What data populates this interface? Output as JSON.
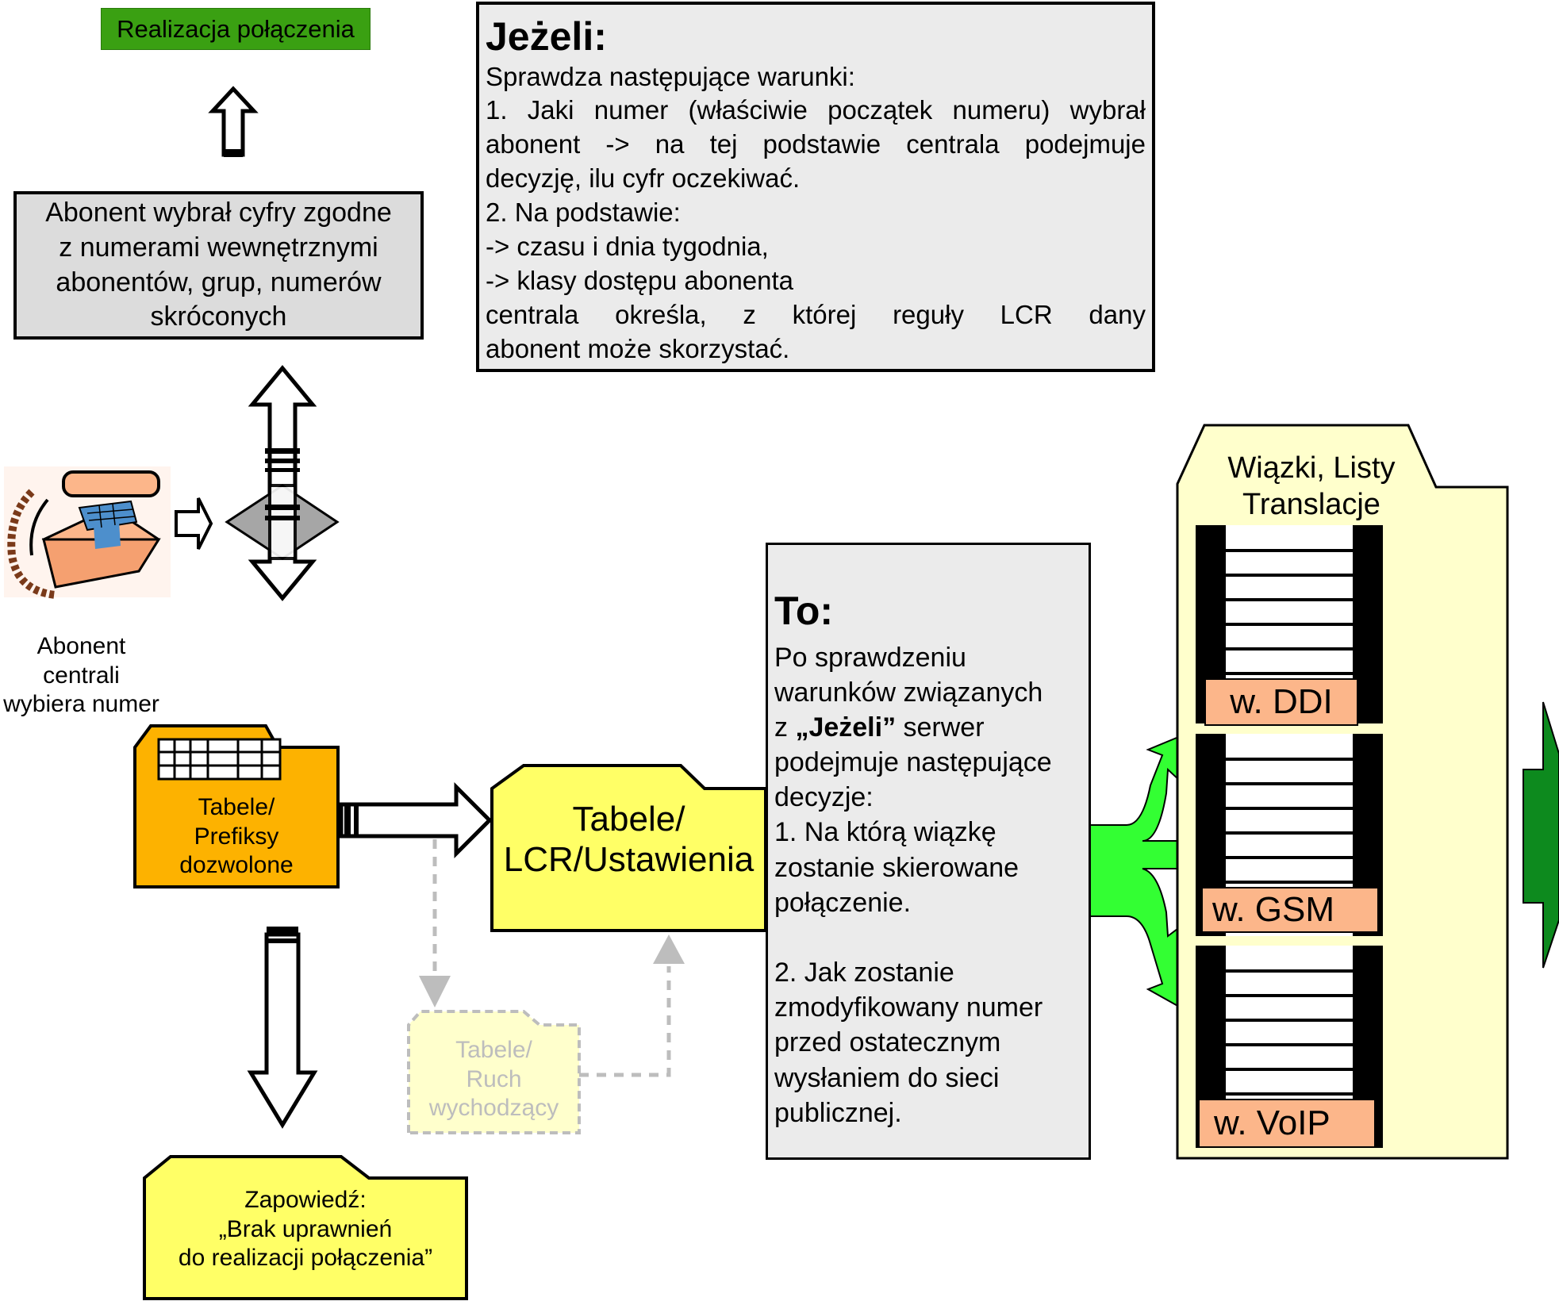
{
  "realizacja": "Realizacja połączenia",
  "abonent_box": {
    "lines": [
      "Abonent wybrał cyfry zgodne",
      "z numerami wewnętrznymi",
      "abonentów, grup, numerów",
      "skróconych"
    ]
  },
  "jezeli": {
    "title": "Jeżeli:",
    "intro": "Sprawdza następujące warunki:",
    "item1_line1": "1. Jaki numer (właściwie początek numeru) wybrał",
    "item1_line2": "abonent -> na tej podstawie centrala podejmuje",
    "item1_line3": "decyzję,  ilu cyfr oczekiwać.",
    "item2_title": "2. Na podstawie:",
    "item2_a": "-> czasu i dnia tygodnia,",
    "item2_b": "-> klasy dostępu abonenta",
    "item2_line3": "centrala określa, z której reguły LCR dany",
    "item2_line4": "abonent może skorzystać."
  },
  "caller_caption": [
    "Abonent",
    "centrali",
    "wybiera numer"
  ],
  "prefiksy": [
    "Tabele/",
    "Prefiksy",
    "dozwolone"
  ],
  "lcr": [
    "Tabele/",
    "LCR/Ustawienia"
  ],
  "ruch": [
    "Tabele/",
    "Ruch",
    "wychodzący"
  ],
  "zapowiedz": [
    "Zapowiedź:",
    "„Brak uprawnień",
    "do realizacji połączenia”"
  ],
  "to_box": {
    "title": "To:",
    "p1": [
      "Po sprawdzeniu",
      "warunków związanych"
    ],
    "p1_prefix": "z ",
    "p1_bold": "„Jeżeli”",
    "p1_suffix": " serwer",
    "p1_rest": [
      "podejmuje następujące",
      "decyzje:",
      "1. Na którą wiązkę",
      "zostanie skierowane",
      "połączenie."
    ],
    "p2": [
      "2. Jak zostanie",
      "zmodyfikowany numer",
      "przed ostatecznym",
      "wysłaniem do sieci",
      "publicznej."
    ]
  },
  "wiazki": {
    "title": [
      "Wiązki, Listy",
      "Translacje"
    ],
    "ddi": "w. DDI",
    "gsm": "w. GSM",
    "voip": "w. VoIP"
  },
  "colors": {
    "green_label": "#3aa012",
    "gray_box": "#dcdcdc",
    "light_box": "#ebebeb",
    "orange": "#fdb200",
    "yellow": "#ffff66",
    "cream": "#ffffcc",
    "salmon": "#fcb68a",
    "bright_green": "#33ff33",
    "dark_green": "#0d8a1e",
    "faded": "#bdbdbd"
  }
}
